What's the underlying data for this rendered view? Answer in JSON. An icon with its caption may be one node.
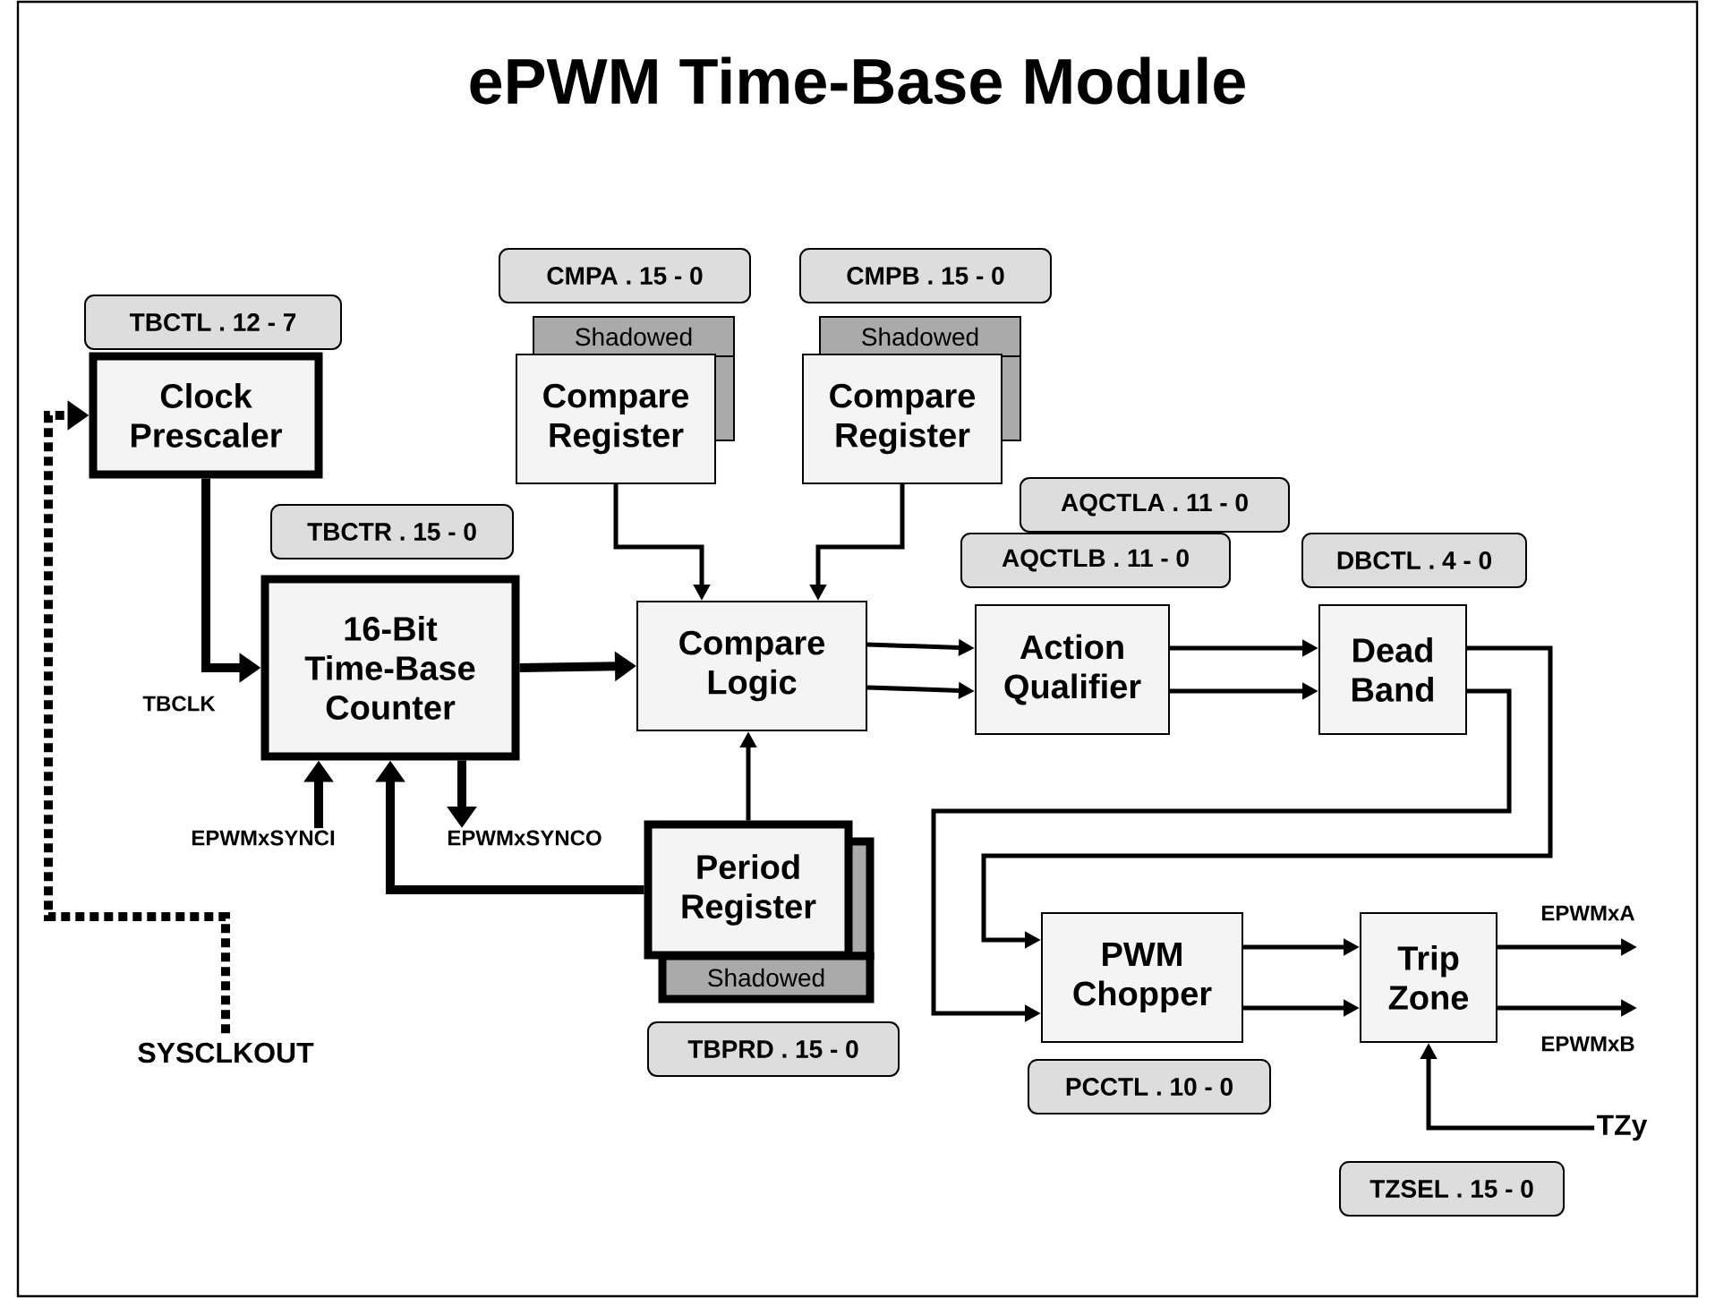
{
  "diagram": {
    "title": "ePWM Time-Base Module",
    "nodes": [
      {
        "text": [
          "TBCTL . 12 - 7"
        ]
      },
      {
        "text": [
          "Clock Prescaler"
        ]
      },
      {
        "text": [
          "CMPA . 15 - 0"
        ]
      },
      {
        "text": [
          "CMPB . 15 - 0"
        ]
      },
      {
        "text": [
          "Shadowed"
        ]
      },
      {
        "text": [
          "Compare Register"
        ]
      },
      {
        "text": [
          "Shadowed"
        ]
      },
      {
        "text": [
          "Compare Register"
        ]
      },
      {
        "text": [
          "TBCTR . 15 - 0"
        ]
      },
      {
        "text": [
          "AQCTLA . 11 - 0"
        ]
      },
      {
        "text": [
          "AQCTLB . 11 - 0"
        ]
      },
      {
        "text": [
          "DBCTL . 4 - 0"
        ]
      },
      {
        "text": [
          "16-Bit Time-Base Counter"
        ]
      },
      {
        "text": [
          "Compare Logic"
        ]
      },
      {
        "text": [
          "Action Qualifier"
        ]
      },
      {
        "text": [
          "Dead Band"
        ]
      },
      {
        "text": [
          "EPWMxSYNCI"
        ]
      },
      {
        "text": [
          "EPWMxSYNCO"
        ]
      },
      {
        "text": [
          "Period Register"
        ]
      },
      {
        "text": [
          "Shadowed"
        ]
      },
      {
        "text": [
          "PWM Chopper"
        ]
      },
      {
        "text": [
          "Trip Zone"
        ]
      },
      {
        "text": [
          "EPWMxA"
        ]
      },
      {
        "text": [
          "EPWMxB"
        ]
      },
      {
        "text": [
          "SYSCLKOUT"
        ]
      },
      {
        "text": [
          "TBPRD . 15 - 0"
        ]
      },
      {
        "text": [
          "PCCTL . 10 - 0"
        ]
      },
      {
        "text": [
          "TZy"
        ]
      },
      {
        "text": [
          "TZSEL . 15 - 0"
        ]
      }
    ],
    "edges": [
      {
        "from": 24,
        "to": 1,
        "arrow": "to",
        "style": "dashed"
      },
      {
        "from": 1,
        "to": 12,
        "arrow": "to",
        "style": "thick",
        "label": "TBCLK"
      },
      {
        "from": 12,
        "to": 13,
        "arrow": "to",
        "style": "thick"
      },
      {
        "from": 16,
        "to": 12,
        "arrow": "to",
        "style": "thick"
      },
      {
        "from": 12,
        "to": 17,
        "arrow": "to",
        "style": "thick"
      },
      {
        "from": 18,
        "to": 12,
        "arrow": "to",
        "style": "thick"
      },
      {
        "from": 18,
        "to": 13,
        "arrow": "to"
      },
      {
        "from": 5,
        "to": 13,
        "arrow": "to"
      },
      {
        "from": 7,
        "to": 13,
        "arrow": "to"
      },
      {
        "from": 13,
        "to": 14,
        "arrow": "to"
      },
      {
        "from": 13,
        "to": 14,
        "arrow": "to"
      },
      {
        "from": 14,
        "to": 15,
        "arrow": "to"
      },
      {
        "from": 14,
        "to": 15,
        "arrow": "to"
      },
      {
        "from": 15,
        "to": 20,
        "arrow": "to"
      },
      {
        "from": 15,
        "to": 20,
        "arrow": "to"
      },
      {
        "from": 20,
        "to": 21,
        "arrow": "to"
      },
      {
        "from": 20,
        "to": 21,
        "arrow": "to"
      },
      {
        "from": 21,
        "to": 22,
        "arrow": "to"
      },
      {
        "from": 21,
        "to": 23,
        "arrow": "to"
      },
      {
        "from": 27,
        "to": 21,
        "arrow": "to"
      }
    ]
  }
}
